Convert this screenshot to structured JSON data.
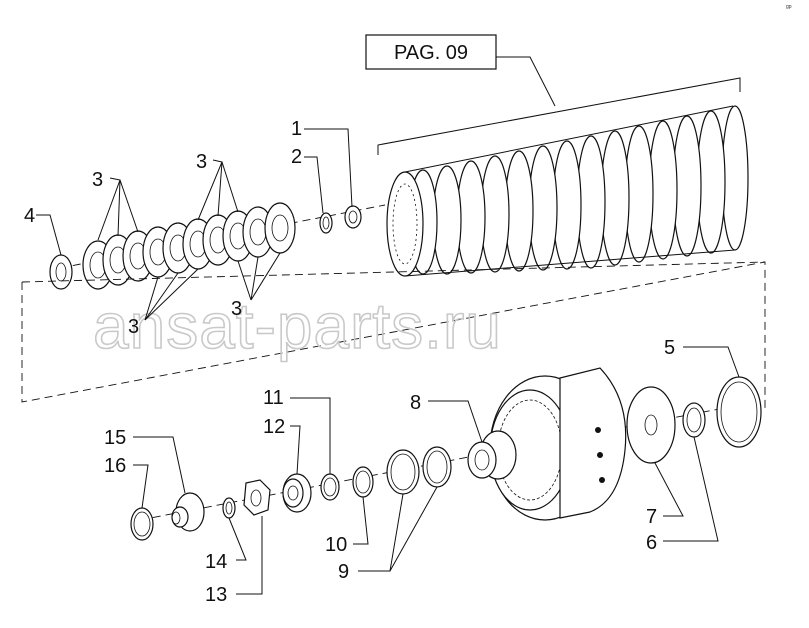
{
  "reference_box": {
    "text": "PAG. 09"
  },
  "watermark": {
    "text": "ansat-parts.ru"
  },
  "corner_mark": {
    "text": "gp"
  },
  "callouts": [
    {
      "id": "1",
      "text": "1"
    },
    {
      "id": "2",
      "text": "2"
    },
    {
      "id": "3a",
      "text": "3"
    },
    {
      "id": "3b",
      "text": "3"
    },
    {
      "id": "3c",
      "text": "3"
    },
    {
      "id": "3d",
      "text": "3"
    },
    {
      "id": "4",
      "text": "4"
    },
    {
      "id": "5",
      "text": "5"
    },
    {
      "id": "6",
      "text": "6"
    },
    {
      "id": "7",
      "text": "7"
    },
    {
      "id": "8",
      "text": "8"
    },
    {
      "id": "9",
      "text": "9"
    },
    {
      "id": "10",
      "text": "10"
    },
    {
      "id": "11",
      "text": "11"
    },
    {
      "id": "12",
      "text": "12"
    },
    {
      "id": "13",
      "text": "13"
    },
    {
      "id": "14",
      "text": "14"
    },
    {
      "id": "15",
      "text": "15"
    },
    {
      "id": "16",
      "text": "16"
    }
  ]
}
